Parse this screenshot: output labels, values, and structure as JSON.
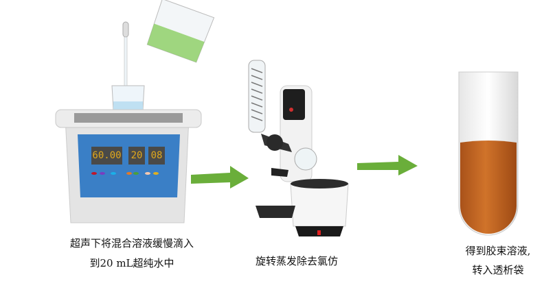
{
  "steps": [
    {
      "lines": [
        "超声下将混合溶液缓慢滴入",
        "到20 mL超纯水中"
      ]
    },
    {
      "lines": [
        "旋转蒸发除去氯仿"
      ]
    },
    {
      "lines": [
        "得到胶束溶液,",
        "转入透析袋"
      ]
    }
  ],
  "bath_display": {
    "main": "60.00",
    "left": "20",
    "right": "08"
  },
  "colors": {
    "arrow": "#6aae3a",
    "panel": "#3a7fc6",
    "solution": "#c0621e",
    "green_liquid": "#8fd06a"
  }
}
